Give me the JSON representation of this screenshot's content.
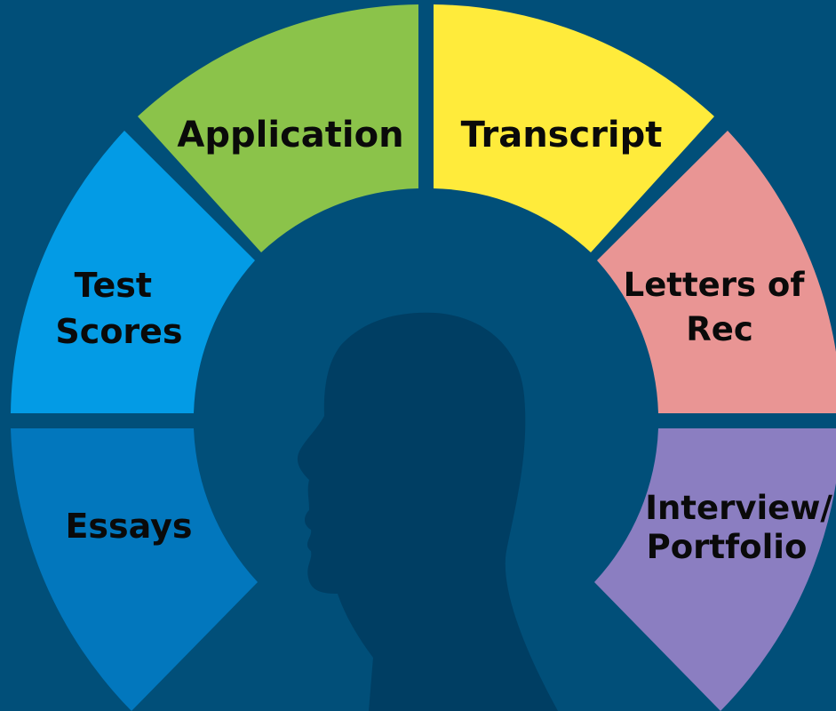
{
  "background_color": "#014f79",
  "head_color": "#003e63",
  "segments": [
    {
      "id": "application",
      "lines": [
        "Application"
      ],
      "color": "#8bc34a"
    },
    {
      "id": "transcript",
      "lines": [
        "Transcript"
      ],
      "color": "#ffeb3b"
    },
    {
      "id": "test-scores",
      "lines": [
        "Test",
        "Scores"
      ],
      "color": "#039be5"
    },
    {
      "id": "letters-of-rec",
      "lines": [
        "Letters of",
        "Rec"
      ],
      "color": "#e99594"
    },
    {
      "id": "essays",
      "lines": [
        "Essays"
      ],
      "color": "#0277bd"
    },
    {
      "id": "interview-portfolio",
      "lines": [
        "Interview/",
        "Portfolio"
      ],
      "color": "#8b7ec1"
    }
  ],
  "head_icon": "human-head-silhouette-icon"
}
